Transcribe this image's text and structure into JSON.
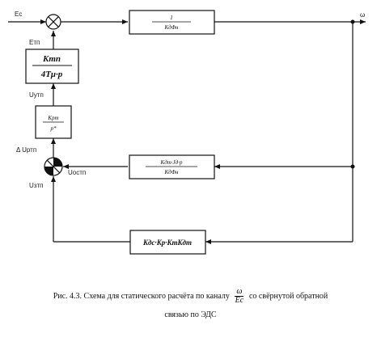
{
  "signals": {
    "input": "Ec",
    "output": "ω",
    "e_tp": "Eтп",
    "u_utp": "Uутп",
    "delta_u_rtp": "Δ Uртп",
    "u_ostp": "Uостп",
    "u_ztp": "Uзтп"
  },
  "blocks": {
    "motor": {
      "num": "1",
      "den": "KдΦн"
    },
    "converter": {
      "num": "Kтп",
      "den": "4Tμ·p"
    },
    "regulator": {
      "num": "Kрт",
      "den": "p*"
    },
    "emf_feedback": {
      "num": "Kдт·Jд·p",
      "den": "KдΦн"
    },
    "speed_feedback": {
      "text": "Kдс·Kp·KтKдт"
    }
  },
  "caption": {
    "line1_prefix": "Рис. 4.3. Схема для статического расчёта по каналу",
    "fraction_num": "ω",
    "fraction_den": "Ec",
    "line1_suffix": "со свёрнутой обратной",
    "line2": "связью по ЭДС"
  },
  "colors": {
    "line": "#111111",
    "block_fill": "#ffffff",
    "sum_fill": "#111111"
  }
}
